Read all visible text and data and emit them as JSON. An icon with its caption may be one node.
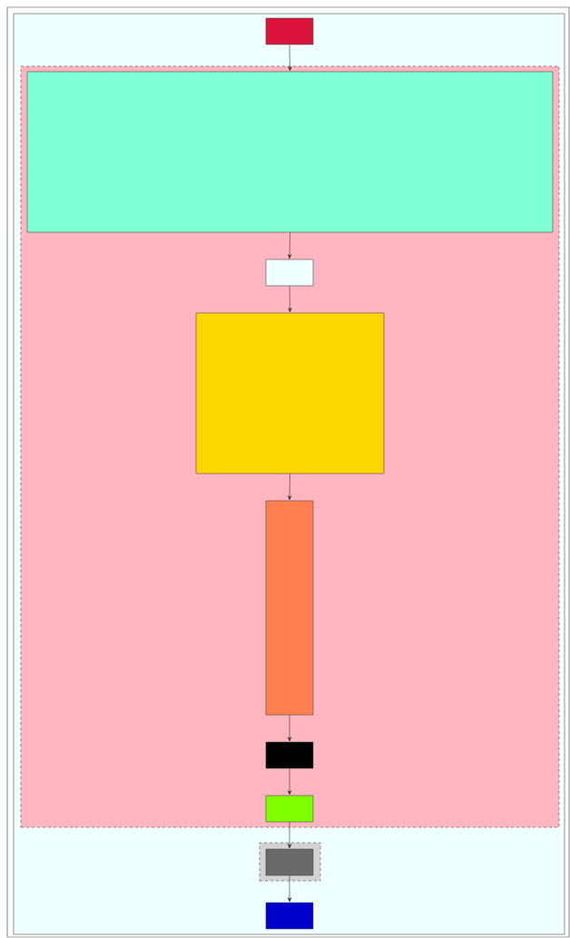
{
  "diagram": {
    "nodes": [
      {
        "text": [],
        "shape": "box"
      },
      {
        "text": [],
        "shape": "box",
        "in": 0
      },
      {
        "text": [],
        "shape": "box",
        "in": 0
      },
      {
        "text": [],
        "shape": "box",
        "in": 2
      },
      {
        "text": [],
        "shape": "box",
        "in": 2
      },
      {
        "text": [],
        "shape": "box",
        "in": 2
      },
      {
        "text": [],
        "shape": "box",
        "in": 2
      },
      {
        "text": [],
        "shape": "box",
        "in": 2
      },
      {
        "text": [],
        "shape": "box",
        "in": 2
      },
      {
        "text": [],
        "shape": "box",
        "in": 0
      },
      {
        "text": [],
        "shape": "box",
        "in": 9
      },
      {
        "text": [],
        "shape": "box",
        "in": 0
      }
    ],
    "edges": [
      {
        "from": 1,
        "to": 3,
        "arrow": "to"
      },
      {
        "from": 3,
        "to": 4,
        "arrow": "to"
      },
      {
        "from": 4,
        "to": 5,
        "arrow": "to"
      },
      {
        "from": 5,
        "to": 6,
        "arrow": "to"
      },
      {
        "from": 6,
        "to": 7,
        "arrow": "to"
      },
      {
        "from": 7,
        "to": 8,
        "arrow": "to"
      },
      {
        "from": 8,
        "to": 10,
        "arrow": "to"
      },
      {
        "from": 10,
        "to": 11,
        "arrow": "to"
      }
    ]
  }
}
